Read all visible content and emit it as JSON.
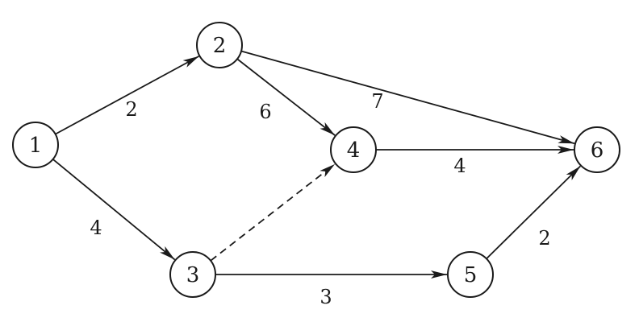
{
  "nodes": [
    {
      "id": "1",
      "label": "1"
    },
    {
      "id": "2",
      "label": "2"
    },
    {
      "id": "3",
      "label": "3"
    },
    {
      "id": "4",
      "label": "4"
    },
    {
      "id": "5",
      "label": "5"
    },
    {
      "id": "6",
      "label": "6"
    }
  ],
  "edges": [
    {
      "from": "1",
      "to": "2",
      "weight": "2",
      "style": "solid"
    },
    {
      "from": "1",
      "to": "3",
      "weight": "4",
      "style": "solid"
    },
    {
      "from": "2",
      "to": "4",
      "weight": "6",
      "style": "solid"
    },
    {
      "from": "2",
      "to": "6",
      "weight": "7",
      "style": "solid"
    },
    {
      "from": "3",
      "to": "4",
      "weight": "",
      "style": "dashed"
    },
    {
      "from": "3",
      "to": "5",
      "weight": "3",
      "style": "solid"
    },
    {
      "from": "4",
      "to": "6",
      "weight": "4",
      "style": "solid"
    },
    {
      "from": "5",
      "to": "6",
      "weight": "2",
      "style": "solid"
    }
  ],
  "colors": {
    "stroke": "#1a1a1a",
    "background": "#ffffff"
  }
}
